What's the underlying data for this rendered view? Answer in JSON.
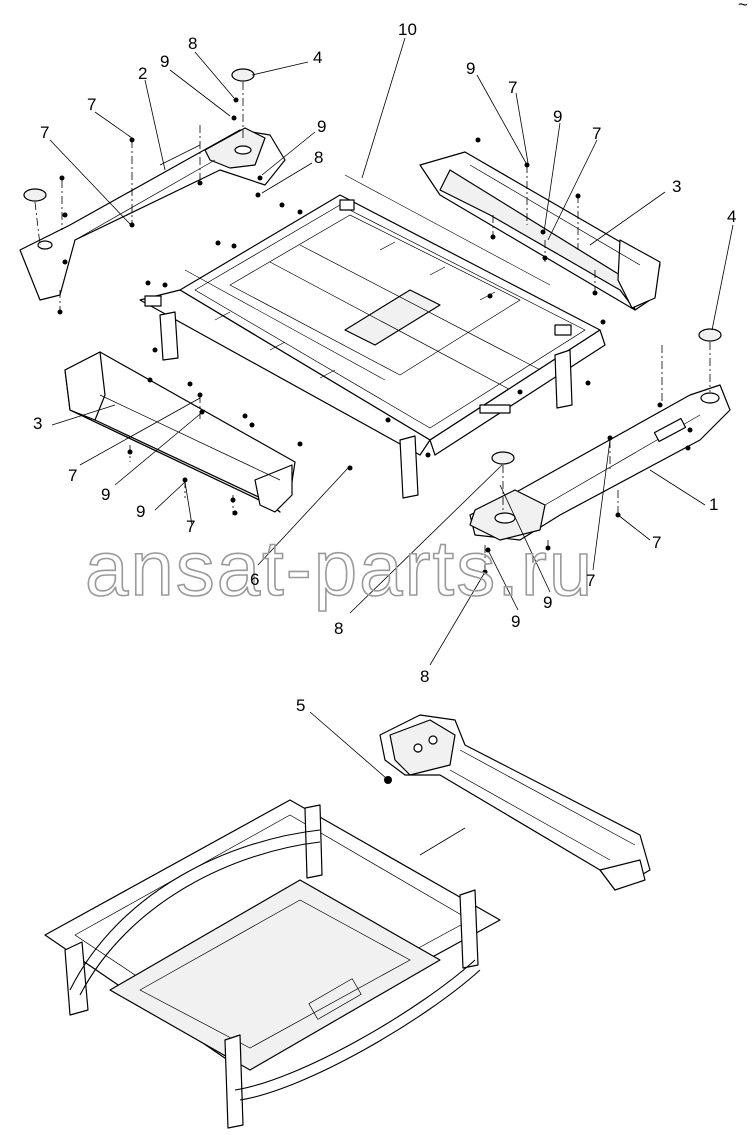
{
  "diagram": {
    "watermark": "ansat-parts.ru",
    "corner_mark": "~",
    "callouts": [
      {
        "id": "c-10",
        "text": "10"
      },
      {
        "id": "c-8-top",
        "text": "8"
      },
      {
        "id": "c-9-top",
        "text": "9"
      },
      {
        "id": "c-4-top",
        "text": "4"
      },
      {
        "id": "c-2",
        "text": "2"
      },
      {
        "id": "c-7-a",
        "text": "7"
      },
      {
        "id": "c-7-b",
        "text": "7"
      },
      {
        "id": "c-9-b",
        "text": "9"
      },
      {
        "id": "c-8-b",
        "text": "8"
      },
      {
        "id": "c-9-r1",
        "text": "9"
      },
      {
        "id": "c-7-r1",
        "text": "7"
      },
      {
        "id": "c-9-r2",
        "text": "9"
      },
      {
        "id": "c-7-r2",
        "text": "7"
      },
      {
        "id": "c-3-right",
        "text": "3"
      },
      {
        "id": "c-4-right",
        "text": "4"
      },
      {
        "id": "c-3-left",
        "text": "3"
      },
      {
        "id": "c-7-l1",
        "text": "7"
      },
      {
        "id": "c-9-l1",
        "text": "9"
      },
      {
        "id": "c-9-l2",
        "text": "9"
      },
      {
        "id": "c-7-l2",
        "text": "7"
      },
      {
        "id": "c-6",
        "text": "6"
      },
      {
        "id": "c-1",
        "text": "1"
      },
      {
        "id": "c-7-br",
        "text": "7"
      },
      {
        "id": "c-7-bm",
        "text": "7"
      },
      {
        "id": "c-9-bm1",
        "text": "9"
      },
      {
        "id": "c-9-bm2",
        "text": "9"
      },
      {
        "id": "c-8-bm1",
        "text": "8"
      },
      {
        "id": "c-8-bm2",
        "text": "8"
      },
      {
        "id": "c-5",
        "text": "5"
      }
    ]
  }
}
